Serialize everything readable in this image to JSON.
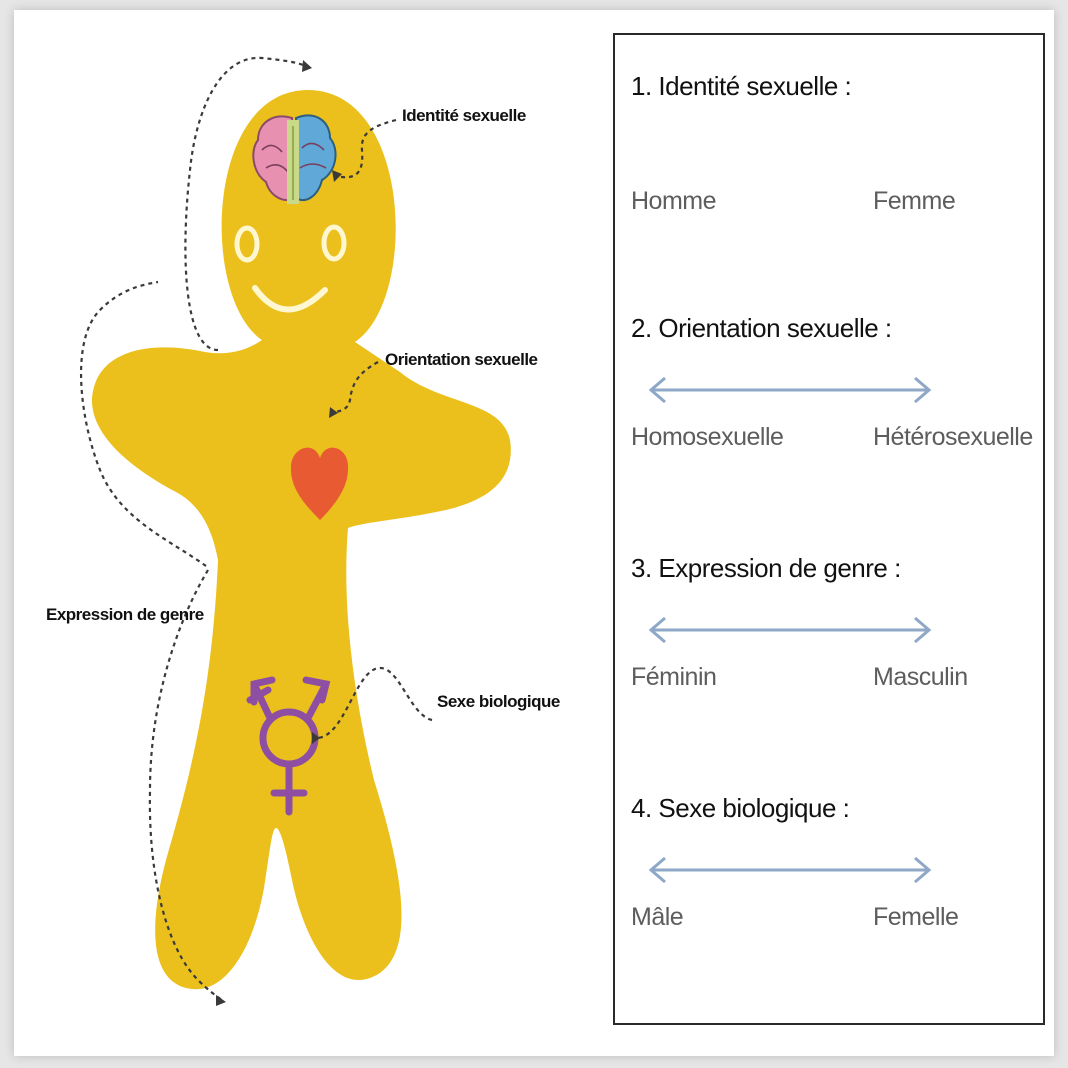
{
  "diagram": {
    "callouts": {
      "identity": "Identité sexuelle",
      "orientation": "Orientation sexuelle",
      "expression": "Expression de genre",
      "sex": "Sexe biologique"
    },
    "icons": [
      "brain-icon",
      "heart-icon",
      "transgender-symbol-icon"
    ],
    "colors": {
      "body": "#EBC01C",
      "heart": "#E85A32",
      "symbol": "#8E4FA3",
      "arrow": "#8FA8C8"
    }
  },
  "scales": [
    {
      "title": "1. Identité sexuelle :",
      "left": "Homme",
      "right": "Femme",
      "has_arrow": false
    },
    {
      "title": "2. Orientation sexuelle :",
      "left": "Homosexuelle",
      "right": "Hétérosexuelle",
      "has_arrow": true
    },
    {
      "title": "3. Expression de genre :",
      "left": "Féminin",
      "right": "Masculin",
      "has_arrow": true
    },
    {
      "title": "4. Sexe biologique :",
      "left": "Mâle",
      "right": "Femelle",
      "has_arrow": true
    }
  ]
}
